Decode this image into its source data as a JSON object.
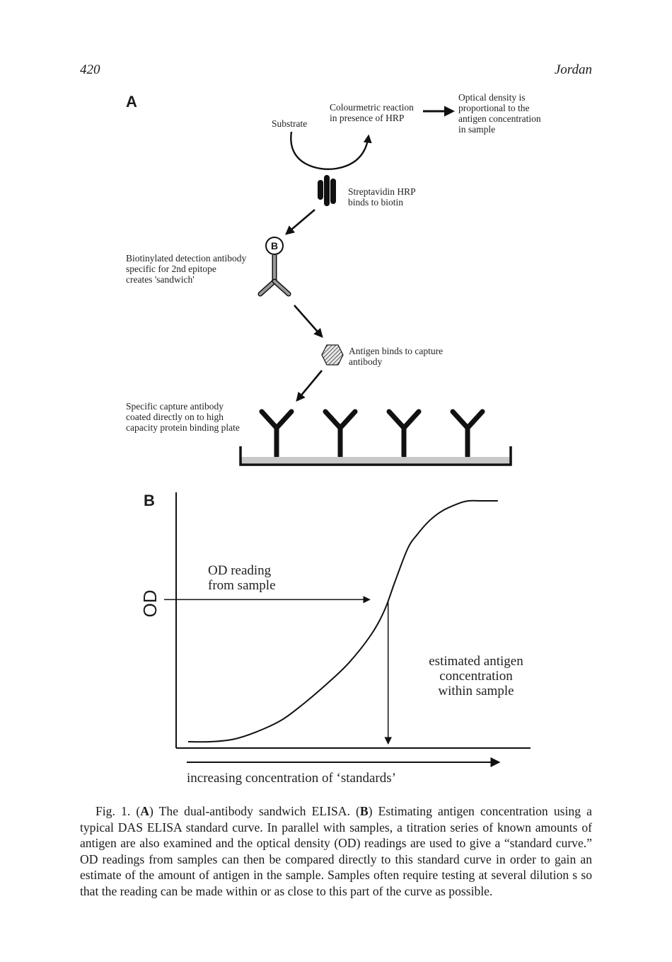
{
  "header": {
    "page_number": "420",
    "running_head": "Jordan"
  },
  "panel_a": {
    "label": "A",
    "substrate": "Substrate",
    "reaction": [
      "Colourmetric reaction",
      "in presence of HRP"
    ],
    "optical_density": [
      "Optical density is",
      "proportional to the",
      "antigen concentration",
      "in sample"
    ],
    "streptavidin": [
      "Streptavidin HRP",
      "binds to biotin"
    ],
    "biotin_badge": "B",
    "detection_antibody": [
      "Biotinylated detection antibody",
      "specific for 2nd epitope",
      "creates 'sandwich'"
    ],
    "antigen": [
      "Antigen binds to capture",
      "antibody"
    ],
    "capture_antibody": [
      "Specific capture antibody",
      "coated directly on to high",
      "capacity protein binding plate"
    ]
  },
  "panel_b": {
    "label": "B",
    "y_axis_label": "OD",
    "od_reading": [
      "OD reading",
      "from sample"
    ],
    "estimated": [
      "estimated antigen",
      "concentration",
      "within sample"
    ],
    "x_axis_label": "increasing concentration of ‘standards’"
  },
  "chart_data": {
    "type": "line",
    "xlabel": "increasing concentration of ‘standards’",
    "ylabel": "OD",
    "grid": false,
    "x": [
      0,
      0.07,
      0.14,
      0.21,
      0.29,
      0.36,
      0.43,
      0.5,
      0.57,
      0.61,
      0.64,
      0.68,
      0.71,
      0.75,
      0.79,
      0.84,
      0.87,
      0.91,
      0.96
    ],
    "y": [
      0.0,
      0.0,
      0.01,
      0.04,
      0.09,
      0.16,
      0.24,
      0.33,
      0.45,
      0.55,
      0.66,
      0.8,
      0.86,
      0.92,
      0.96,
      0.99,
      1.0,
      1.0,
      1.0
    ],
    "sample_reading": {
      "od": 0.59,
      "concentration": 0.62
    }
  },
  "caption": {
    "fig": "Fig. 1. (",
    "a": "A",
    "t1": ") The dual-antibody sandwich ELISA. (",
    "b": "B",
    "t2": ") Estimating antigen concentration using a typical DAS ELISA standard curve. In parallel with samples, a titration series of known amounts of antigen are also examined and the optical density (OD) readings are used to give a “standard curve.” OD readings from samples can then be compared directly to this standard curve in order to gain an estimate of the amount of antigen in the sample. Samples often require testing at several dilution s so that the reading can be made within or as close to this part of the curve as possible."
  }
}
